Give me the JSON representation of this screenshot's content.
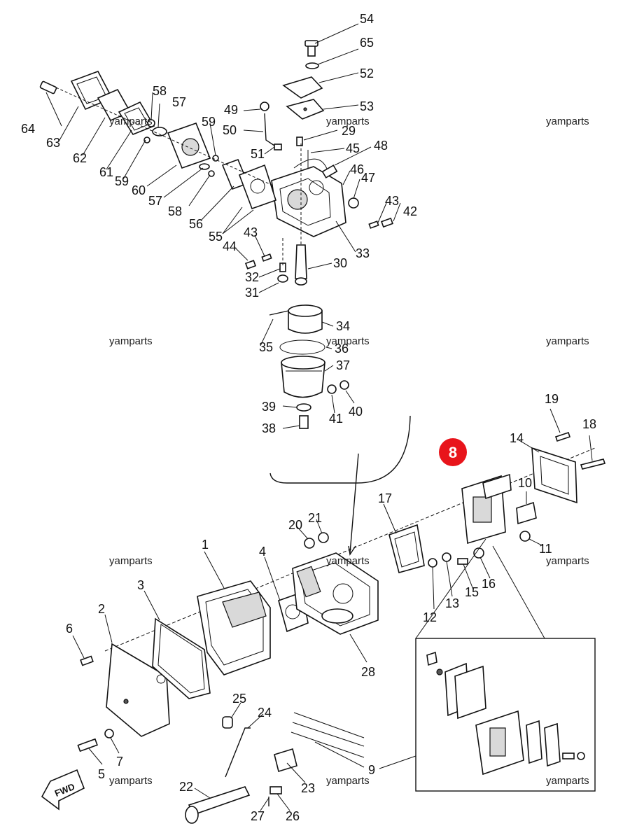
{
  "watermark": "yamparts",
  "highlight": {
    "label": "8",
    "color": "#e8141b"
  },
  "fwd_label": "FWD",
  "callouts": {
    "p1": "1",
    "p2": "2",
    "p3": "3",
    "p4": "4",
    "p5": "5",
    "p6": "6",
    "p7": "7",
    "p9": "9",
    "p10": "10",
    "p11": "11",
    "p12": "12",
    "p13": "13",
    "p14": "14",
    "p15": "15",
    "p16": "16",
    "p17": "17",
    "p18": "18",
    "p19": "19",
    "p20": "20",
    "p21": "21",
    "p22": "22",
    "p23": "23",
    "p24": "24",
    "p25": "25",
    "p26": "26",
    "p27": "27",
    "p28": "28",
    "p29": "29",
    "p30": "30",
    "p31": "31",
    "p32": "32",
    "p33": "33",
    "p34": "34",
    "p35": "35",
    "p36": "36",
    "p37": "37",
    "p38": "38",
    "p39": "39",
    "p40": "40",
    "p41": "41",
    "p42": "42",
    "p43a": "43",
    "p43b": "43",
    "p44": "44",
    "p45": "45",
    "p46": "46",
    "p47": "47",
    "p48": "48",
    "p49": "49",
    "p50": "50",
    "p51": "51",
    "p52": "52",
    "p53": "53",
    "p54": "54",
    "p55": "55",
    "p56": "56",
    "p57a": "57",
    "p57b": "57",
    "p58a": "58",
    "p58b": "58",
    "p59a": "59",
    "p59b": "59",
    "p60": "60",
    "p61": "61",
    "p62": "62",
    "p63": "63",
    "p64": "64",
    "p65": "65"
  }
}
